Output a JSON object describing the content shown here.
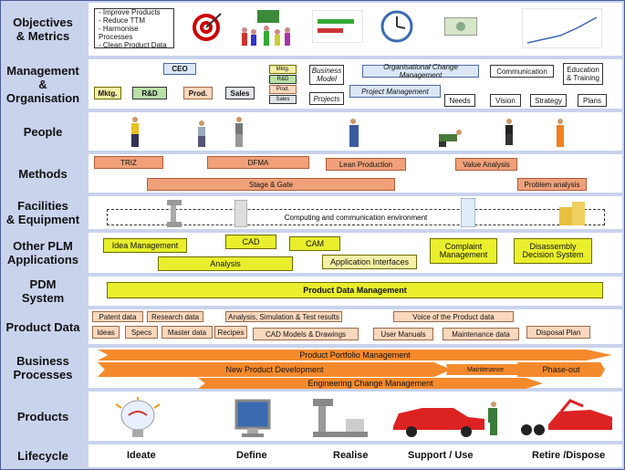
{
  "rows": {
    "objectives": "Objectives\n& Metrics",
    "management": "Management\n&\nOrganisation",
    "people": "People",
    "methods": "Methods",
    "facilities": "Facilities\n& Equipment",
    "plm": "Other PLM\nApplications",
    "pdm": "PDM\nSystem",
    "productdata": "Product Data",
    "business": "Business\nProcesses",
    "products": "Products",
    "lifecycle": "Lifecycle"
  },
  "objectives": {
    "list": "- Improve Products\n- Reduce TTM\n- Harmonise Processes\n- Clean Product Data"
  },
  "management": {
    "ceo": "CEO",
    "mktg": "Mktg.",
    "rnd": "R&D",
    "prod": "Prod.",
    "sales": "Sales",
    "stack": [
      "Mktg.",
      "R&D",
      "Prod.",
      "Sales"
    ],
    "business_model": "Business\nModel",
    "projects": "Projects",
    "ocm": "Organisational Change Management",
    "project_management": "Project Management",
    "communication": "Communication",
    "education": "Education\n& Training",
    "needs": "Needs",
    "vision": "Vision",
    "strategy": "Strategy",
    "plans": "Plans"
  },
  "methods": {
    "triz": "TRIZ",
    "dfma": "DFMA",
    "lean": "Lean Production",
    "value": "Value Analysis",
    "stage": "Stage & Gate",
    "problem": "Problem analysis"
  },
  "facilities": {
    "env": "Computing and communication environment"
  },
  "plm": {
    "idea": "Idea Management",
    "cad": "CAD",
    "cam": "CAM",
    "complaint": "Complaint\nManagement",
    "disassembly": "Disassembly\nDecision System",
    "analysis": "Analysis",
    "interfaces": "Application Interfaces"
  },
  "pdm": {
    "pdm": "Product Data Management"
  },
  "productdata": {
    "patent": "Patent data",
    "research": "Research data",
    "analysis": "Analysis, Simulation & Test results",
    "voice": "Voice of the Product data",
    "ideas": "Ideas",
    "specs": "Specs",
    "master": "Master data",
    "recipes": "Recipes",
    "cadmodels": "CAD Models & Drawings",
    "manuals": "User Manuals",
    "maintenance": "Maintenance data",
    "disposal": "Disposal Plan"
  },
  "business": {
    "ppm": "Product Portfolio Management",
    "npd": "New Product Development",
    "maintenance": "Maintenance",
    "phaseout": "Phase-out",
    "ecm": "Engineering Change Management"
  },
  "lifecycle": {
    "ideate": "Ideate",
    "define": "Define",
    "realise": "Realise",
    "support": "Support / Use",
    "retire": "Retire /Dispose"
  },
  "colors": {
    "label_bg": "#c9d3ec",
    "salmon": "#f0a17a",
    "yellow": "#e9ef2c",
    "arrow": "#f58a2c"
  }
}
